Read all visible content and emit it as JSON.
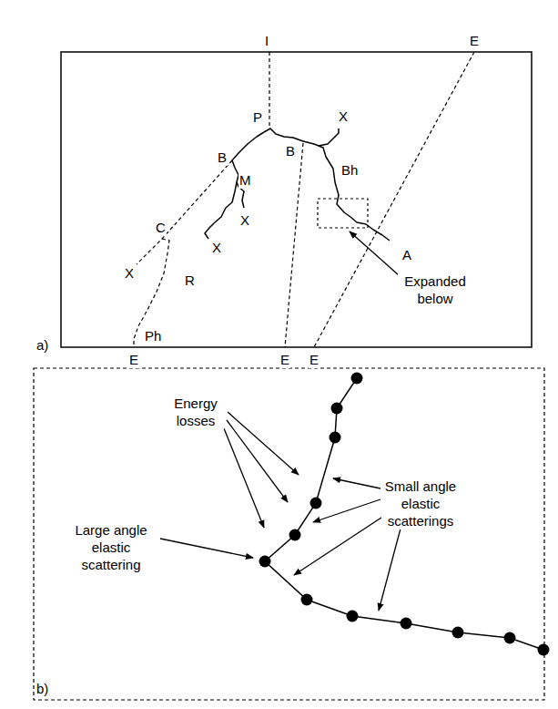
{
  "diagram": {
    "labels": [
      "I",
      "E",
      "P",
      "X",
      "B",
      "B",
      "Bh",
      "M",
      "X",
      "C",
      "X",
      "X",
      "R",
      "A",
      "Expanded below",
      "Ph",
      "a)",
      "E",
      "E",
      "E",
      "Energy losses",
      "Small angle elastic scatterings",
      "Large angle elastic scattering",
      "b)"
    ]
  }
}
